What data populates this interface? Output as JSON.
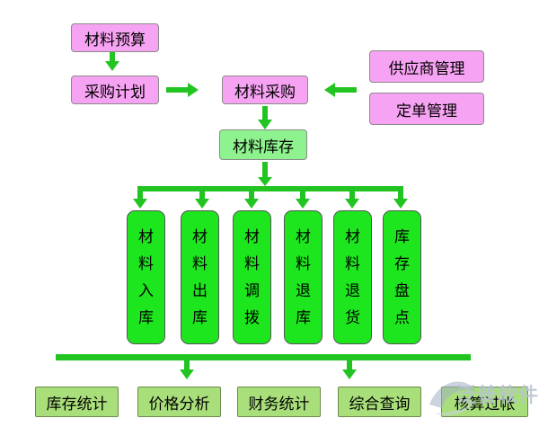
{
  "nodes": {
    "budget": "材料预算",
    "plan": "采购计划",
    "purchase": "材料采购",
    "supplier": "供应商管理",
    "order": "定单管理",
    "inventory": "材料库存"
  },
  "columns": [
    [
      "材",
      "料",
      "入",
      "库"
    ],
    [
      "材",
      "料",
      "出",
      "库"
    ],
    [
      "材",
      "料",
      "调",
      "拨"
    ],
    [
      "材",
      "料",
      "退",
      "库"
    ],
    [
      "材",
      "料",
      "退",
      "货"
    ],
    [
      "库",
      "存",
      "盘",
      "点"
    ]
  ],
  "bottom": [
    "库存统计",
    "价格分析",
    "财务统计",
    "综合查询",
    "核算过帐"
  ],
  "watermark": "泛普软件",
  "colors": {
    "pink": "#f7a3f3",
    "light_green": "#8ef28e",
    "green": "#1ee61e",
    "olive": "#a9df7a",
    "line": "#22c422"
  }
}
